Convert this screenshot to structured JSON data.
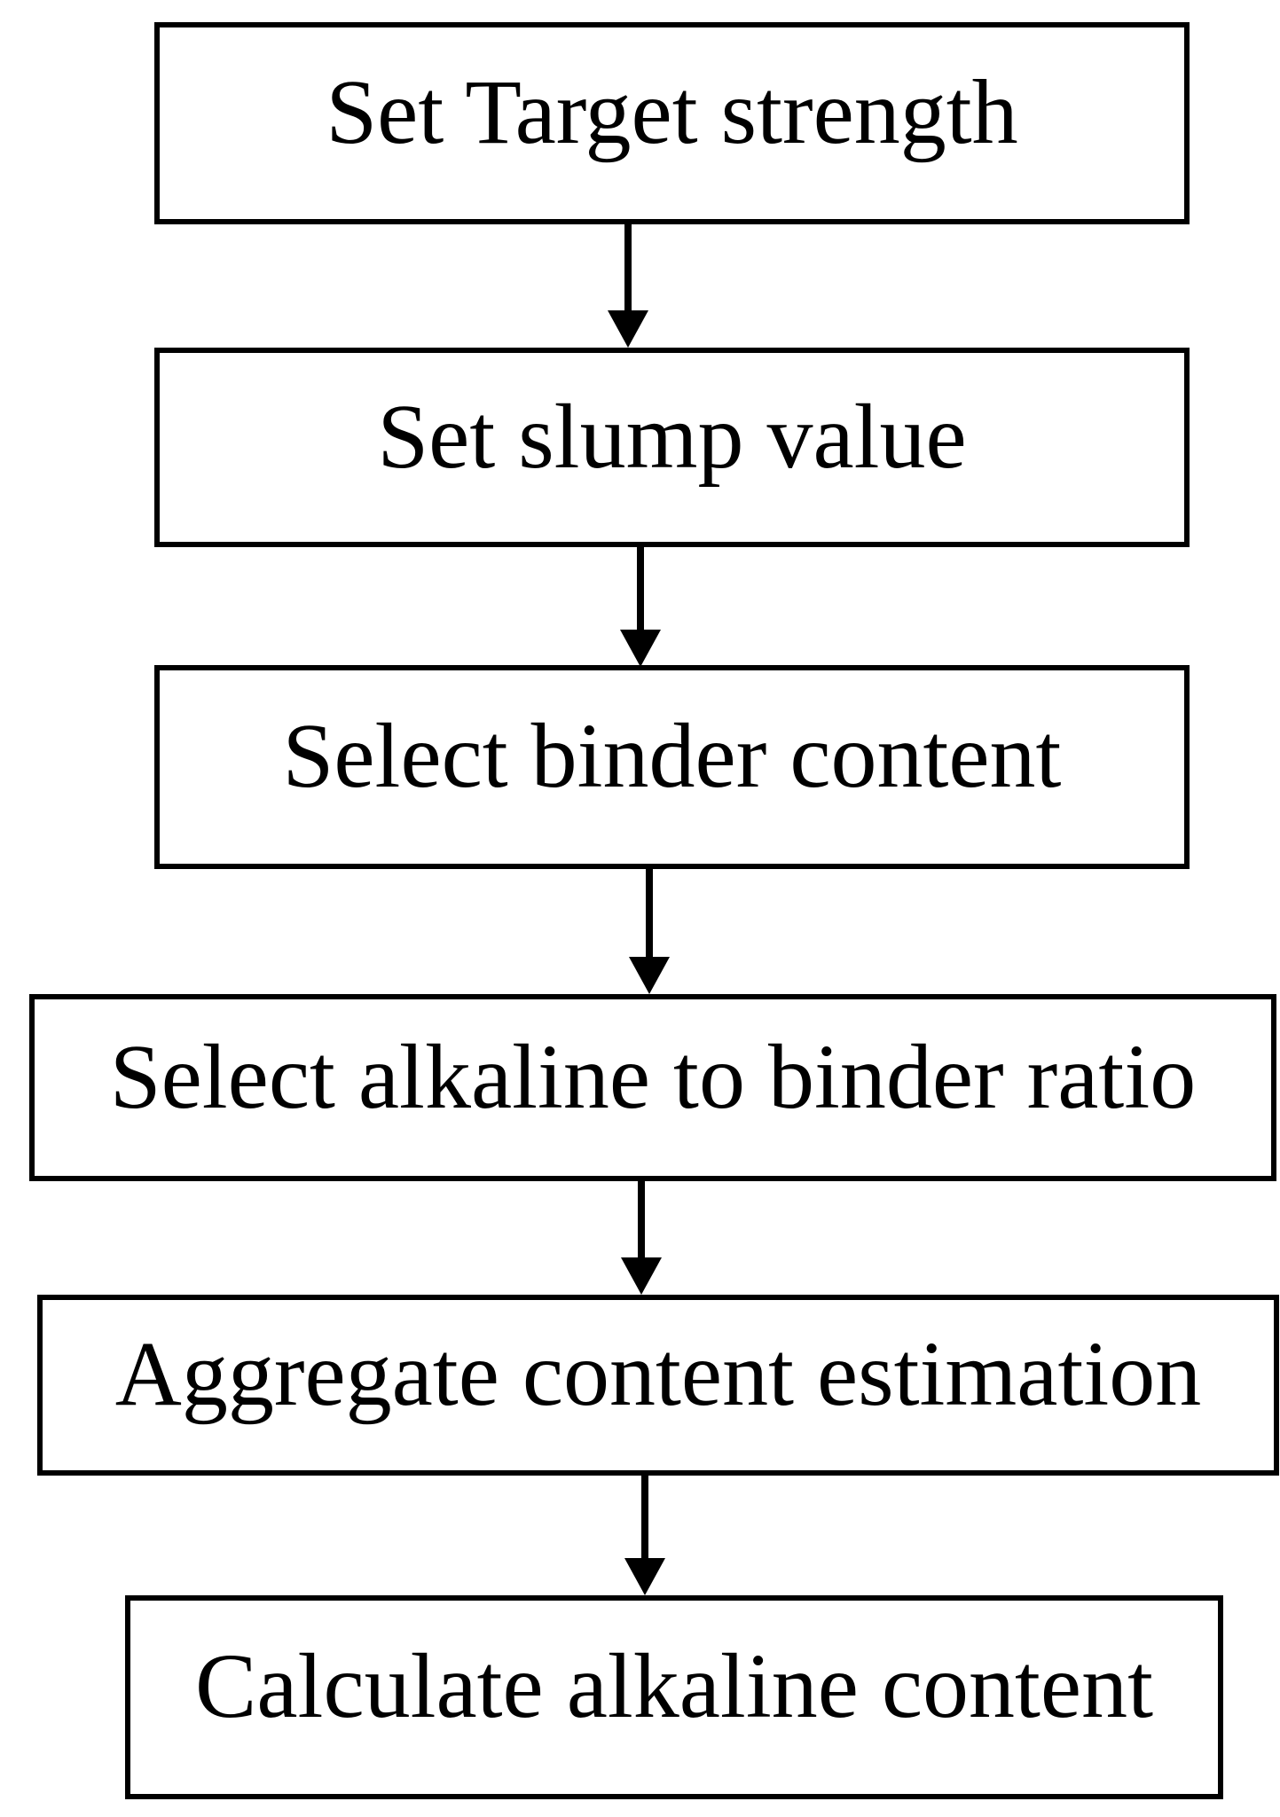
{
  "diagram": {
    "type": "flowchart",
    "direction": "top-to-bottom",
    "background_color": "#ffffff",
    "box_border_color": "#000000",
    "box_fill_color": "#ffffff",
    "text_color": "#000000",
    "arrow_color": "#000000",
    "arrow_icon": "down-arrow",
    "steps": [
      {
        "label": "Set Target strength"
      },
      {
        "label": "Set slump value"
      },
      {
        "label": "Select binder content"
      },
      {
        "label": "Select alkaline to binder ratio"
      },
      {
        "label": "Aggregate content estimation"
      },
      {
        "label": "Calculate alkaline content"
      }
    ],
    "connections": [
      {
        "from": "Set Target strength",
        "to": "Set slump value"
      },
      {
        "from": "Set slump value",
        "to": "Select binder content"
      },
      {
        "from": "Select binder content",
        "to": "Select alkaline to binder ratio"
      },
      {
        "from": "Select alkaline to binder ratio",
        "to": "Aggregate content estimation"
      },
      {
        "from": "Aggregate content estimation",
        "to": "Calculate alkaline content"
      }
    ]
  }
}
